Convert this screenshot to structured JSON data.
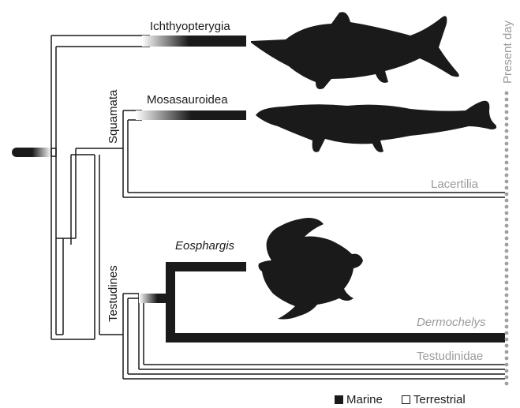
{
  "colors": {
    "ink": "#1a1a1a",
    "grey_label": "#9a9a9a",
    "present_day_dots": "#a0a0a0",
    "background": "#ffffff"
  },
  "taxa": {
    "ichthyopterygia": "Ichthyopterygia",
    "mosasauroidea": "Mosasauroidea",
    "lacertilia": "Lacertilia",
    "eosphargis": "Eosphargis",
    "dermochelys": "Dermochelys",
    "testudinidae": "Testudinidae"
  },
  "clades": {
    "squamata": "Squamata",
    "testudines": "Testudines"
  },
  "timeline": {
    "present_day": "Present day"
  },
  "legend": {
    "marine": "Marine",
    "terrestrial": "Terrestrial"
  },
  "silhouettes": [
    "ichthyosaur-silhouette",
    "mosasaur-silhouette",
    "sea-turtle-silhouette"
  ]
}
